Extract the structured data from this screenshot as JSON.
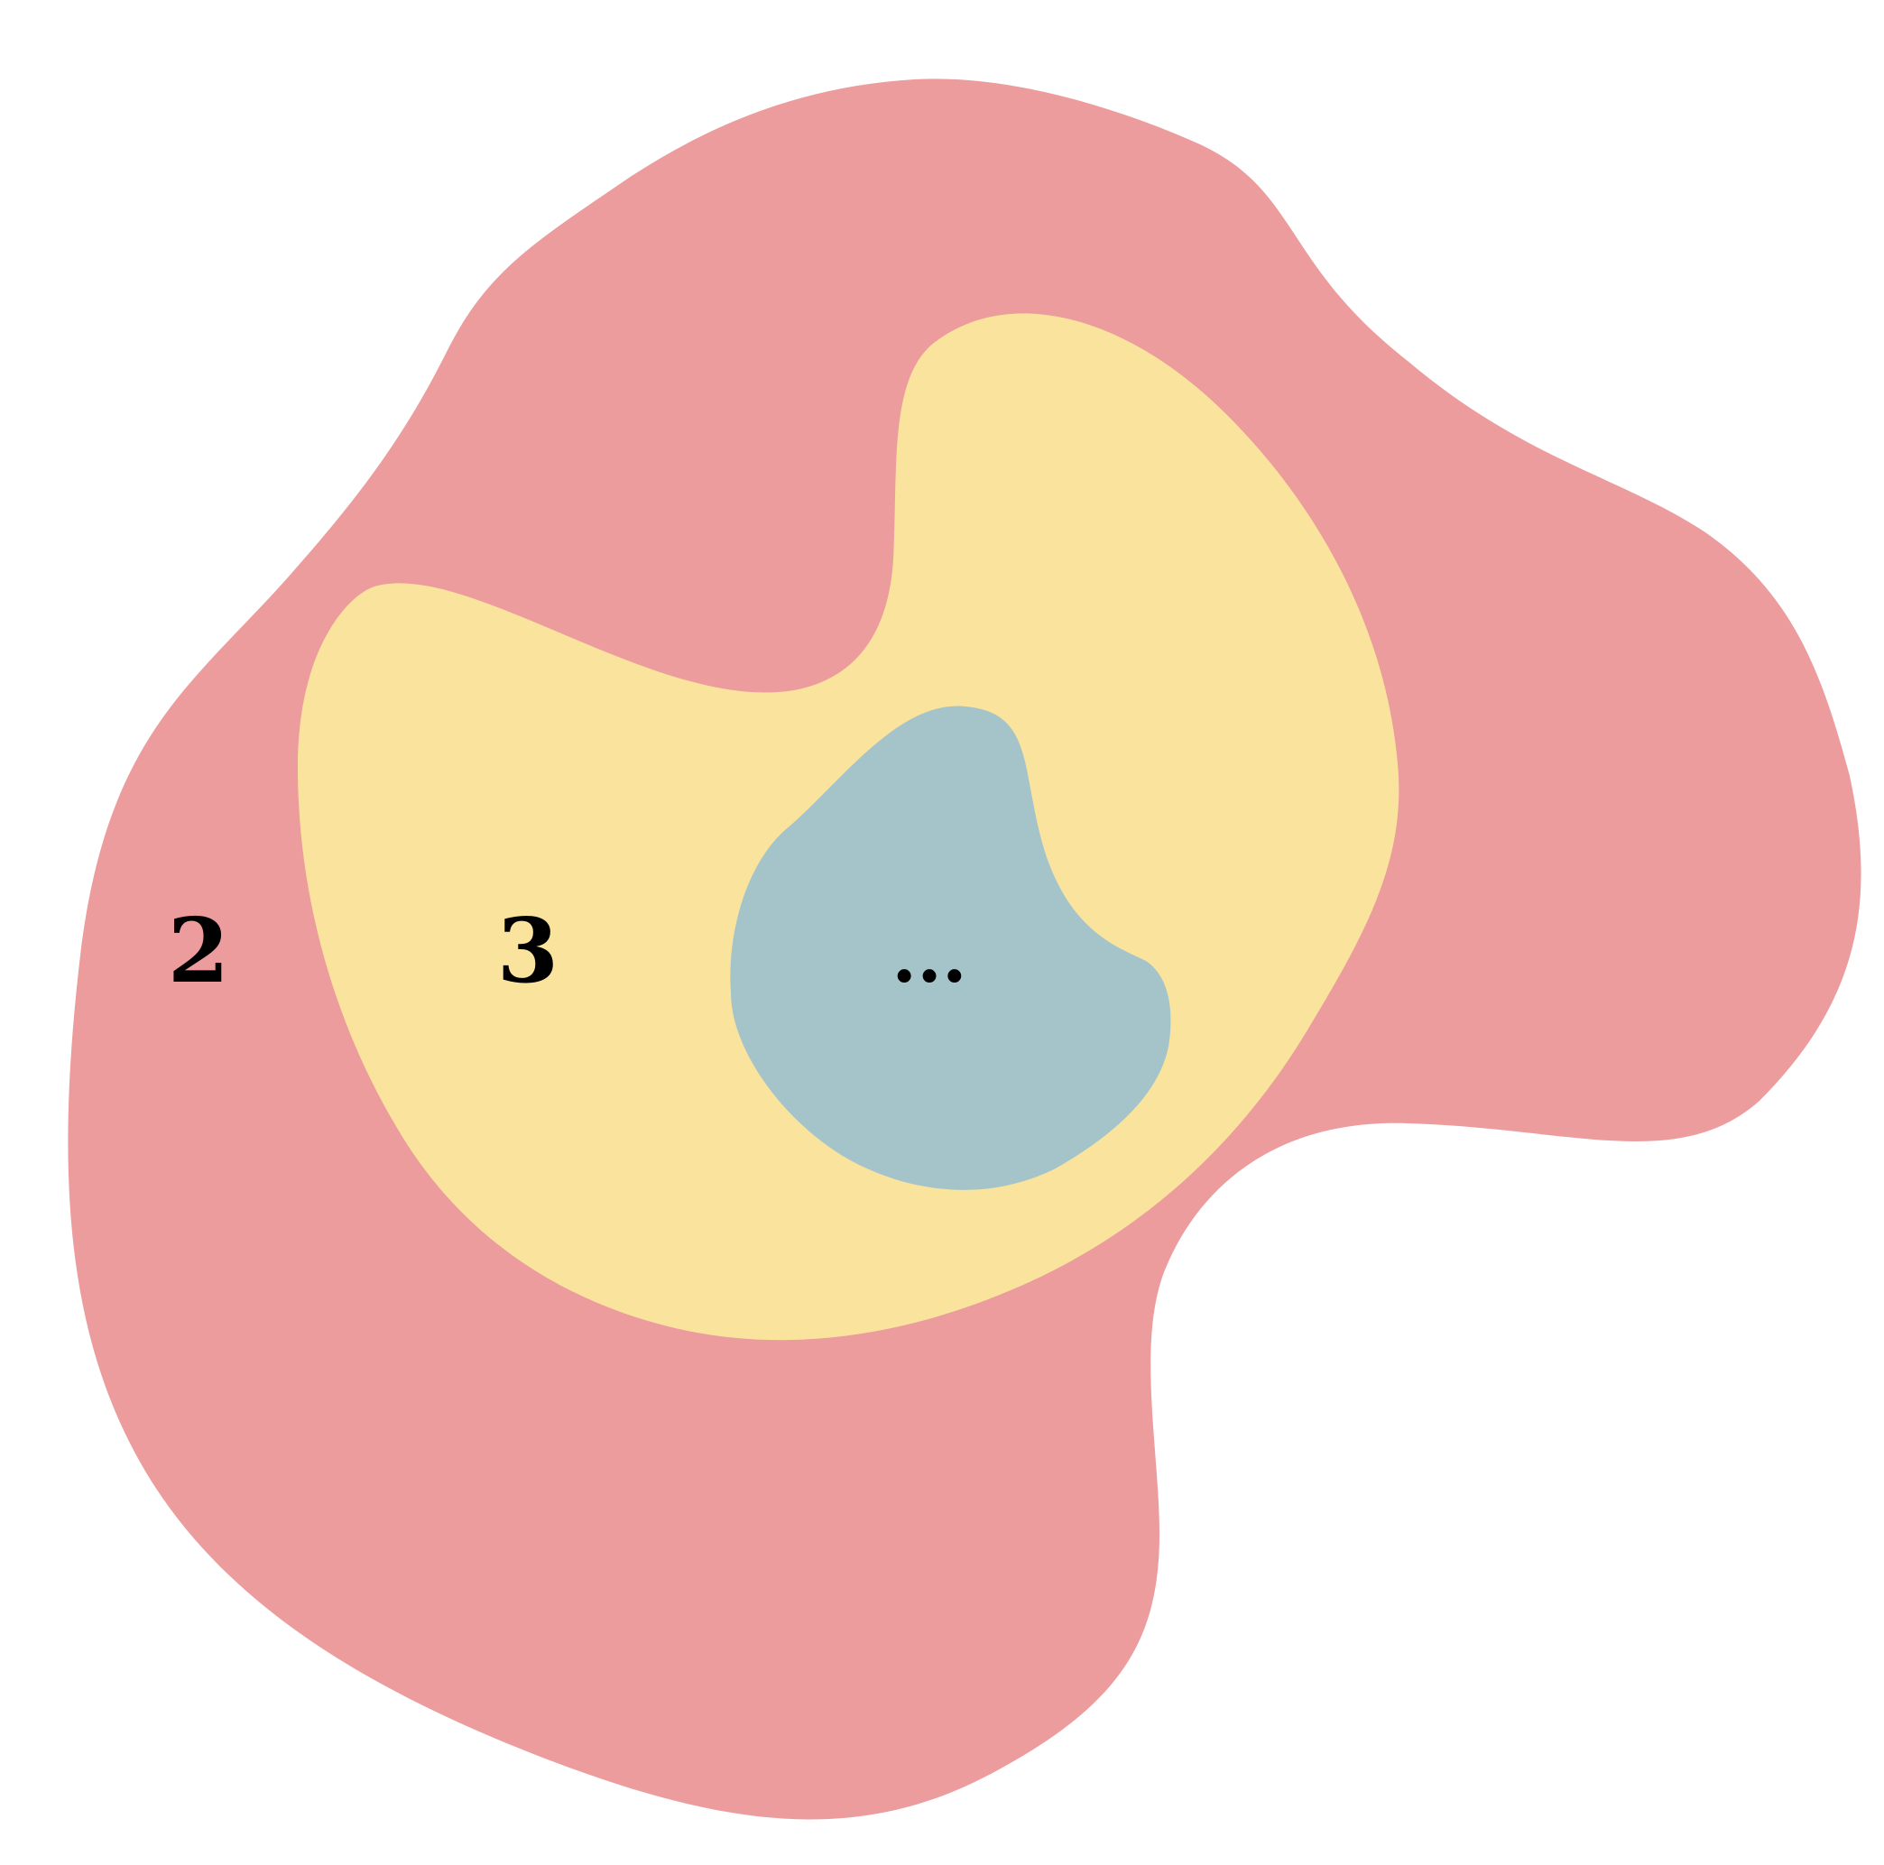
{
  "diagram": {
    "regions": [
      {
        "id": "outer",
        "label": "2",
        "color": "#ec9c9d"
      },
      {
        "id": "middle",
        "label": "3",
        "color": "#fae49d"
      },
      {
        "id": "inner",
        "label": "...",
        "color": "#a5c4c9"
      }
    ]
  }
}
